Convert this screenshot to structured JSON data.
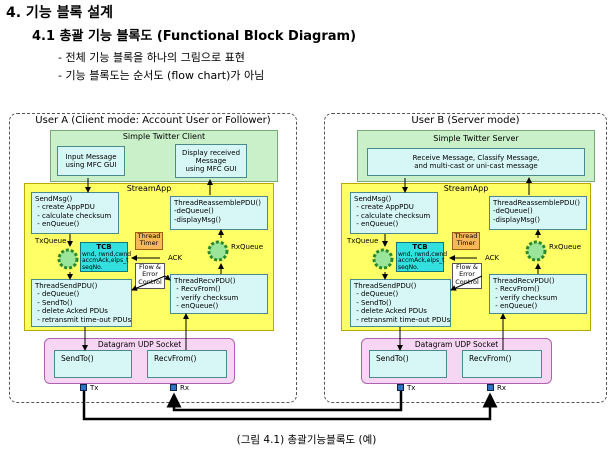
{
  "heading": "4. 기능 블록 설계",
  "subheading": "4.1 총괄 기능 블록도 (Functional Block Diagram)",
  "bullets": [
    "전체 기능 블록을 하나의 그림으로 표현",
    "기능 블록도는 순서도 (flow chart)가 아님"
  ],
  "user_a": {
    "title": "User A (Client mode: Account User or Follower)",
    "client_title": "Simple Twitter Client",
    "client_boxes": [
      "Input Message\nusing MFC GUI",
      "Display received\nMessage\nusing MFC GUI"
    ]
  },
  "user_b": {
    "title": "User B (Server mode)",
    "client_title": "Simple Twitter Server",
    "client_box": "Receive Message, Classify Message,\nand multi-cast or uni-cast message"
  },
  "streamapp": {
    "title": "StreamApp",
    "send_msg": "SendMsg()\n - create AppPDU\n - calculate checksum\n - enQueue()",
    "reassemble": "ThreadReassemblePDU()\n-deQueue()\n-displayMsg()",
    "send_pdu": "ThreadSendPDU()\n - deQueue()\n - SendTo()\n - delete Acked PDUs\n - retransmit time-out PDUs",
    "recv_pdu": "ThreadRecvPDU()\n - RecvFrom()\n - verify checksum\n - enQueue()",
    "tcb_title": "TCB",
    "tcb_body": "wnd, rwnd,cwnd\naccmAck,elps_t\nseqNo.",
    "timer": "Thread\nTimer",
    "flow": "Flow &\nError\nControl",
    "txqueue": "TxQueue",
    "rxqueue": "RxQueue",
    "ack": "ACK"
  },
  "udp": {
    "title": "Datagram UDP Socket",
    "send": "SendTo()",
    "recv": "RecvFrom()",
    "tx": "Tx",
    "rx": "Rx"
  },
  "caption": "(그림 4.1) 총괄기능블록도 (예)"
}
